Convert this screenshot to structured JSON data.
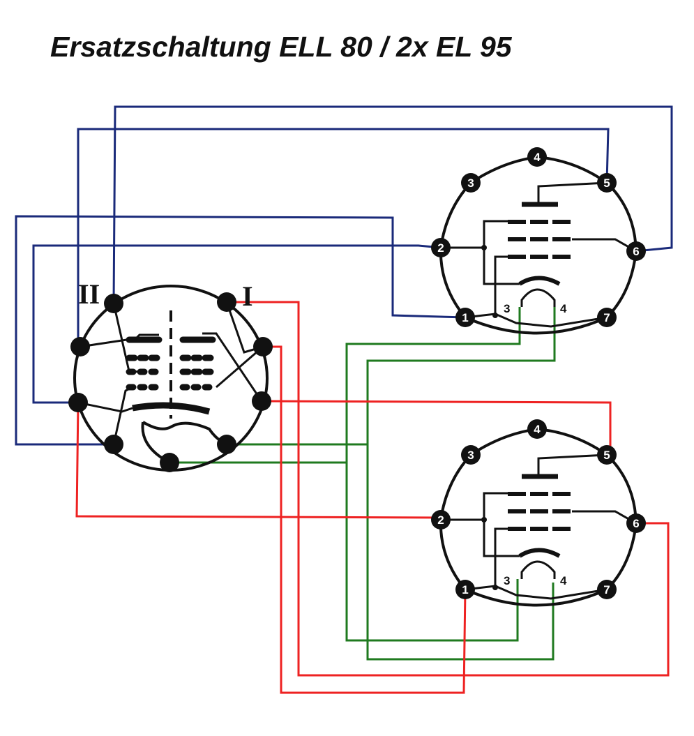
{
  "title": "Ersatzschaltung ELL 80 / 2x EL 95",
  "ell80": {
    "system_labels": [
      "II",
      "I"
    ]
  },
  "el95": {
    "pins": [
      "1",
      "2",
      "3",
      "4",
      "5",
      "6",
      "7"
    ],
    "heater_labels": [
      "3",
      "4"
    ]
  },
  "colors": {
    "blue": "#1a2a7a",
    "green": "#1f7a1f",
    "red": "#ee2222",
    "ink": "#111111"
  }
}
